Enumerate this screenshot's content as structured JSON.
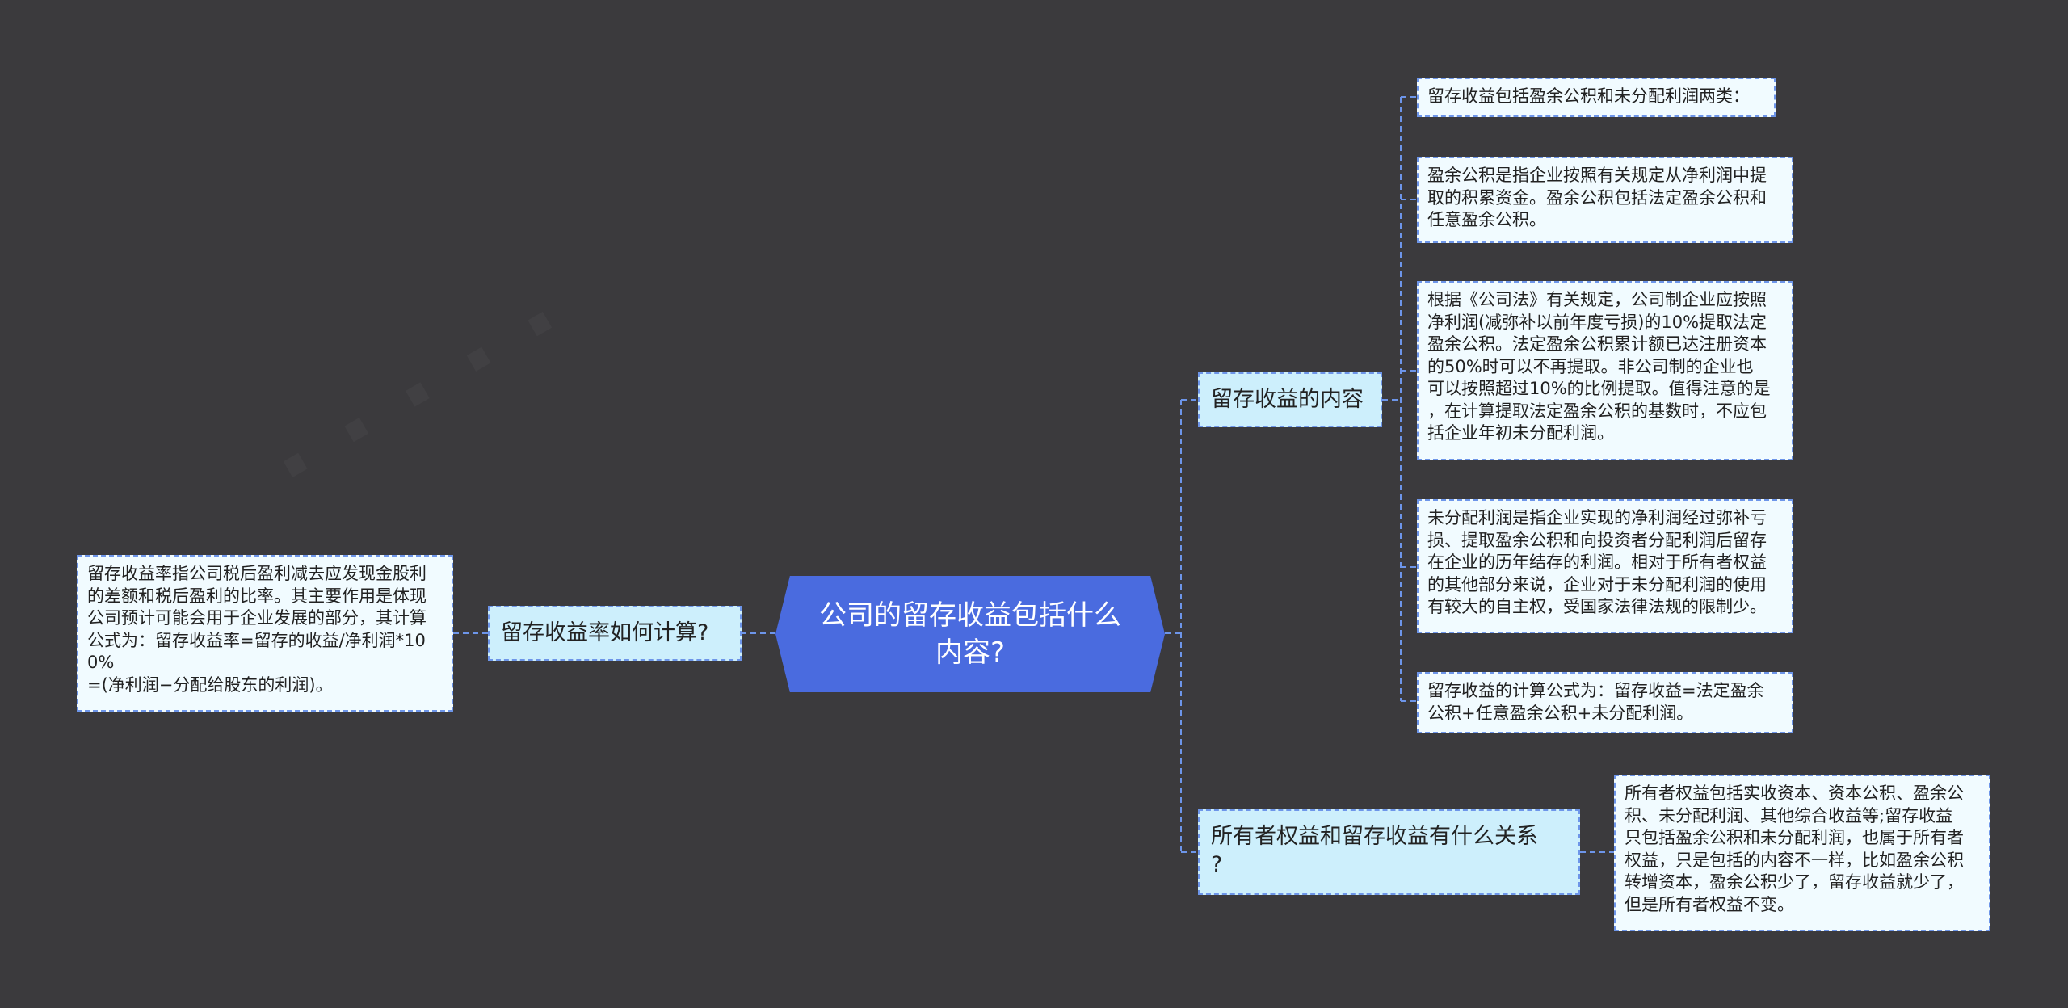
{
  "colors": {
    "background": "#3b3a3d",
    "root": "#4a6bdf",
    "branch": "#cdeffc",
    "leaf": "#f1fbff",
    "connector": "#6d95e9"
  },
  "root": {
    "text": "公司的留存收益包括什么\n内容?"
  },
  "left_branch": {
    "label": "留存收益率如何计算?",
    "leaf": "留存收益率指公司税后盈利减去应发现金股利\n的差额和税后盈利的比率。其主要作用是体现\n公司预计可能会用于企业发展的部分，其计算\n公式为：留存收益率=留存的收益/净利润*10\n0%\n=(净利润−分配给股东的利润)。"
  },
  "right_branches": [
    {
      "label": "留存收益的内容",
      "leaves": [
        "留存收益包括盈余公积和未分配利润两类：",
        "盈余公积是指企业按照有关规定从净利润中提\n取的积累资金。盈余公积包括法定盈余公积和\n任意盈余公积。",
        "根据《公司法》有关规定，公司制企业应按照\n净利润(减弥补以前年度亏损)的10%提取法定\n盈余公积。法定盈余公积累计额已达注册资本\n的50%时可以不再提取。非公司制的企业也\n可以按照超过10%的比例提取。值得注意的是\n，在计算提取法定盈余公积的基数时，不应包\n括企业年初未分配利润。",
        "未分配利润是指企业实现的净利润经过弥补亏\n损、提取盈余公积和向投资者分配利润后留存\n在企业的历年结存的利润。相对于所有者权益\n的其他部分来说，企业对于未分配利润的使用\n有较大的自主权，受国家法律法规的限制少。",
        "留存收益的计算公式为：留存收益=法定盈余\n公积+任意盈余公积+未分配利润。"
      ]
    },
    {
      "label": "所有者权益和留存收益有什么关系\n?",
      "leaves": [
        "所有者权益包括实收资本、资本公积、盈余公\n积、未分配利润、其他综合收益等;留存收益\n只包括盈余公积和未分配利润，也属于所有者\n权益，只是包括的内容不一样，比如盈余公积\n转增资本，盈余公积少了，留存收益就少了，\n但是所有者权益不变。"
      ]
    }
  ]
}
